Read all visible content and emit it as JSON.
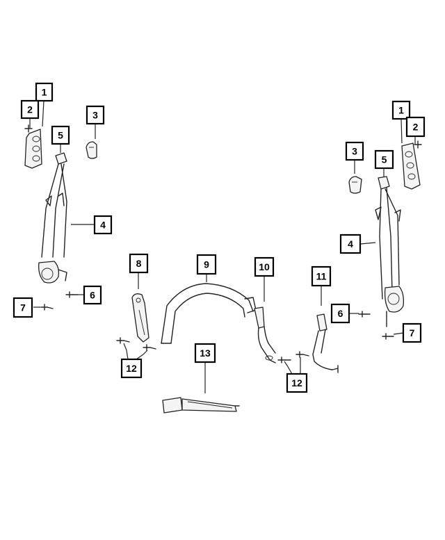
{
  "callouts": {
    "c1_left": "1",
    "c2_left": "2",
    "c3_left": "3",
    "c4_left": "4",
    "c5_left": "5",
    "c6_left": "6",
    "c7_left": "7",
    "c1_right": "1",
    "c2_right": "2",
    "c3_right": "3",
    "c4_right": "4",
    "c5_right": "5",
    "c6_right": "6",
    "c7_right": "7",
    "c8": "8",
    "c9": "9",
    "c10": "10",
    "c11": "11",
    "c12_left": "12",
    "c12_right": "12",
    "c13": "13"
  }
}
